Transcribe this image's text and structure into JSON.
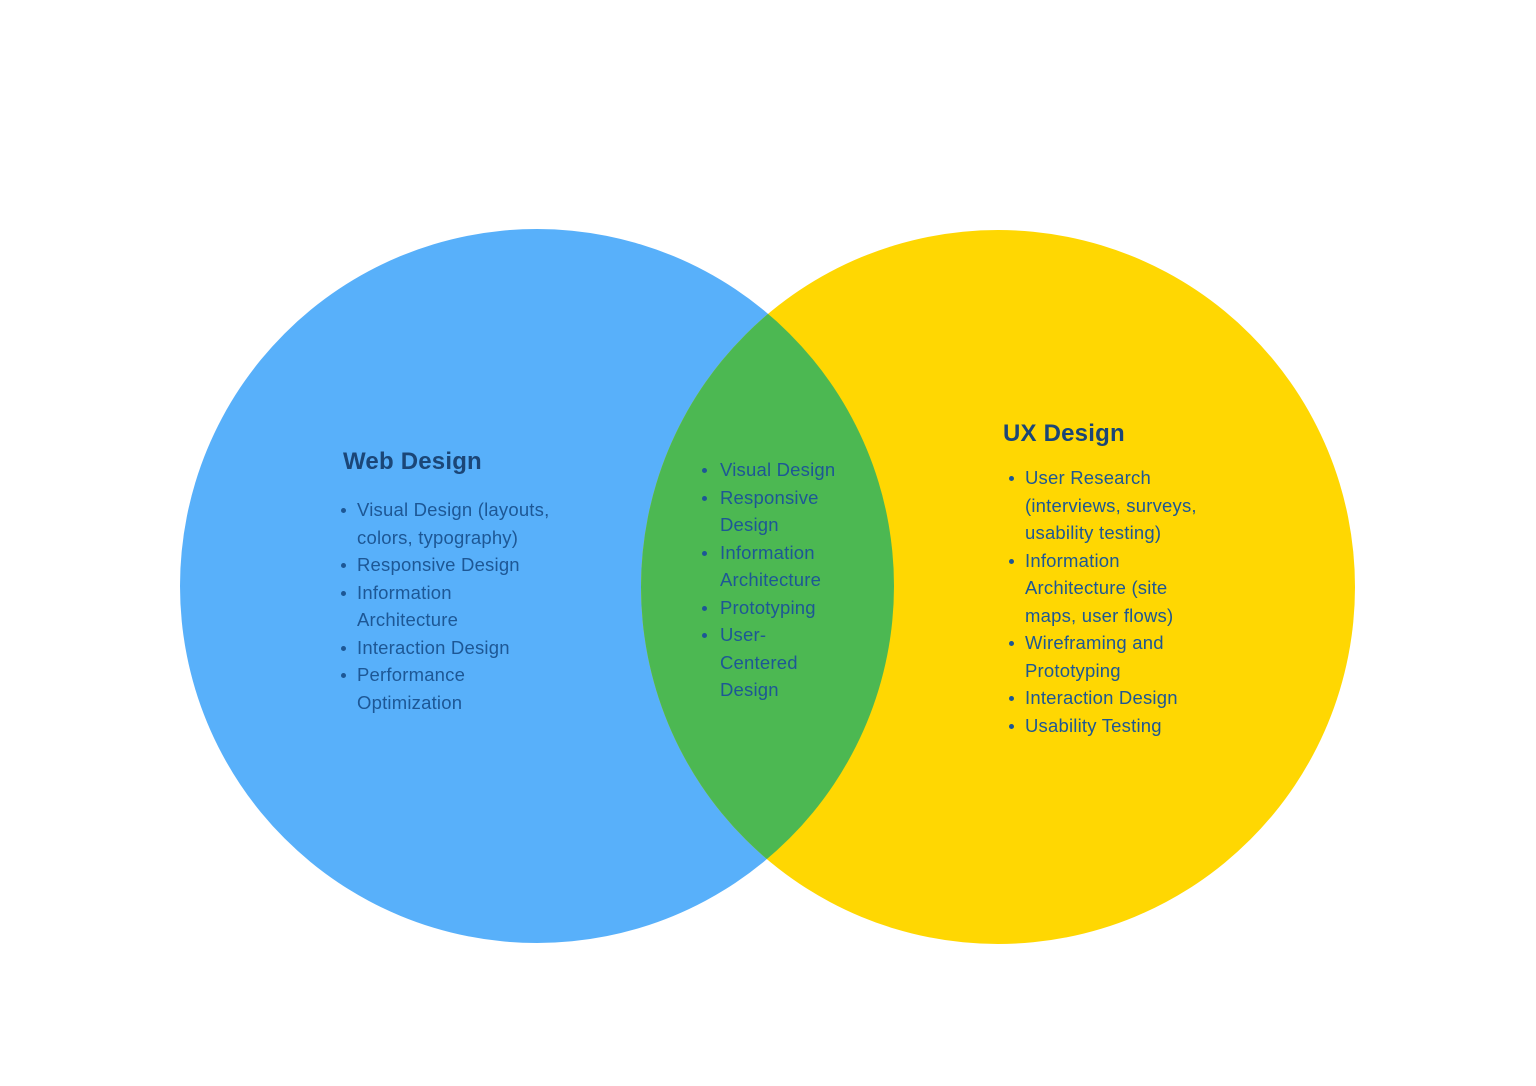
{
  "colors": {
    "background": "#FFFFFF",
    "circle_blue": "#58B0FA",
    "circle_yellow": "#FFD702",
    "overlap_green": "#4CB852",
    "title_text": "#1B4677",
    "body_text": "#1D5795"
  },
  "venn": {
    "left": {
      "title": "Web Design",
      "items": [
        "Visual Design (layouts,\ncolors, typography)",
        "Responsive Design",
        "Information\nArchitecture",
        "Interaction Design",
        "Performance\nOptimization"
      ]
    },
    "overlap": {
      "items": [
        "Visual Design",
        "Responsive\nDesign",
        "Information\nArchitecture",
        "Prototyping",
        "User-\nCentered\nDesign"
      ]
    },
    "right": {
      "title": "UX Design",
      "items": [
        "User Research\n(interviews, surveys,\nusability testing)",
        "Information\nArchitecture (site\nmaps, user flows)",
        "Wireframing and\nPrototyping",
        "Interaction Design",
        "Usability Testing"
      ]
    }
  }
}
